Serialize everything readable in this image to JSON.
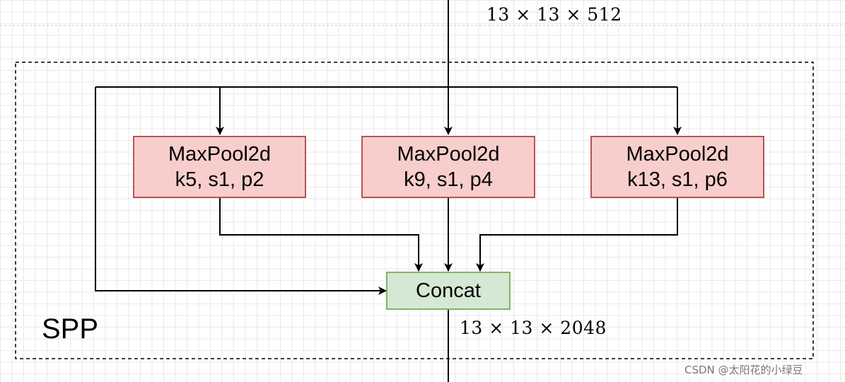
{
  "input_shape": "13 × 13 × 512",
  "output_shape": "13 × 13 × 2048",
  "module_label": "SPP",
  "pools": [
    {
      "title": "MaxPool2d",
      "params": "k5, s1, p2"
    },
    {
      "title": "MaxPool2d",
      "params": "k9, s1, p4"
    },
    {
      "title": "MaxPool2d",
      "params": "k13, s1, p6"
    }
  ],
  "concat_label": "Concat",
  "watermark": "CSDN @太阳花的小绿豆",
  "colors": {
    "pool_fill": "#f8cecc",
    "pool_border": "#b85450",
    "concat_fill": "#d5e8d4",
    "concat_border": "#82b366",
    "grid": "#e9e9e9"
  }
}
